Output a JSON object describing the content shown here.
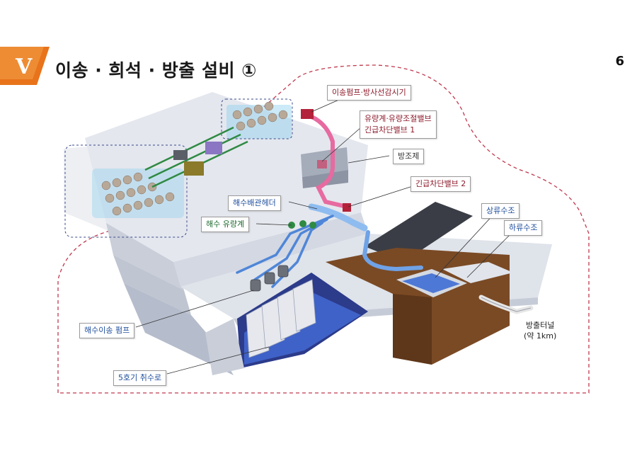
{
  "header": {
    "badge_text": "V",
    "title": "이송 · 희석 · 방출 설비 ①",
    "page_number": "6"
  },
  "labels": {
    "transfer_pump_radiation_monitor": "이송펌프·방사선감시기",
    "flowmeter_valve_line1": "유량계·유량조절밸브",
    "flowmeter_valve_line2": "긴급차단밸브 1",
    "seawall": "방조제",
    "emergency_valve_2": "긴급차단밸브 2",
    "seawater_header": "해수배관헤더",
    "seawater_flowmeter": "해수 유량계",
    "upper_tank": "상류수조",
    "lower_tank": "하류수조",
    "seawater_pump": "해수이송 펌프",
    "intake_channel": "5호기 취수로",
    "discharge_tunnel_line1": "방출터널",
    "discharge_tunnel_line2": "(약 1km)"
  },
  "colors": {
    "badge_orange": "#e8731a",
    "accent_red": "#b3213a",
    "pipe_pink": "#e76aa0",
    "pipe_blue": "#4f86d8",
    "water_blue": "#3f62c8",
    "concrete": "#d5d9e1",
    "earth_brown": "#7a4a25",
    "dashed_boundary": "#c0394e"
  }
}
